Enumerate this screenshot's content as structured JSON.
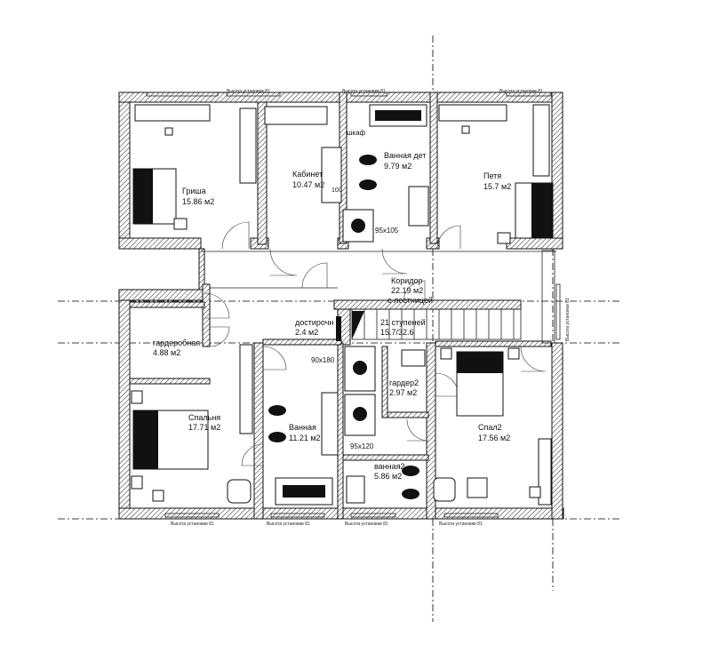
{
  "rooms": {
    "grisha": {
      "name": "Гриша",
      "area": "15.86 м2"
    },
    "cabinet": {
      "name": "Кабинет",
      "area": "10.47 м2"
    },
    "bath_kids": {
      "name": "Ванная дет",
      "area": "9.79 м2"
    },
    "petya": {
      "name": "Петя",
      "area": "15.7 м2"
    },
    "corridor": {
      "name": "Коридор",
      "area": "22.19 м2",
      "note": "с лестницей"
    },
    "stairs": {
      "name": "21 ступеней",
      "dims": "15.7/32.6"
    },
    "dressing": {
      "name": "гардеробная",
      "area": "4.88 м2"
    },
    "bedroom": {
      "name": "Спальня",
      "area": "17.71 м2"
    },
    "bath": {
      "name": "Ванная",
      "area": "11.21 м2"
    },
    "dressing2": {
      "name": "гардер2",
      "area": "2.97 м2"
    },
    "bedroom2": {
      "name": "Спал2",
      "area": "17.56 м2"
    },
    "bath2": {
      "name": "ванная2",
      "area": "5.86 м2"
    },
    "dostirochnaya": {
      "name": "достирочн",
      "area": "2.4 м2"
    }
  },
  "labels": {
    "wardrobe": "шкаф",
    "dim_100": "100",
    "shower1": "95x105",
    "shower2": "90x180",
    "shower3": "95x120",
    "install_height": "Высота установки 81"
  }
}
